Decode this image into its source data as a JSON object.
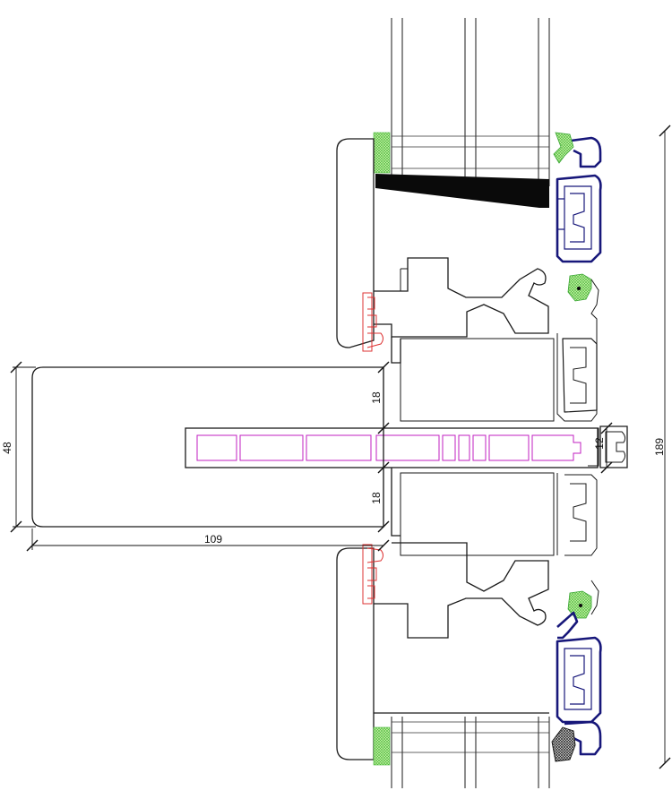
{
  "drawing": {
    "type": "window frame cross-section (technical CAD detail)",
    "dimensions": {
      "depth_109": "109",
      "height_48": "48",
      "gap_upper_18": "18",
      "gap_lower_18": "18",
      "offset_12": "12",
      "overall_189": "189"
    }
  },
  "colors": {
    "outline": "#1a1a1a",
    "gasket_navy": "#17177a",
    "seal_green": "#5fe05f",
    "mesh_lime": "#9de06a",
    "glazing_strip_magenta": "#c21fc2",
    "insert_red": "#dd3333",
    "black_fill": "#0a0a0a",
    "hatch_gray": "#555555"
  }
}
